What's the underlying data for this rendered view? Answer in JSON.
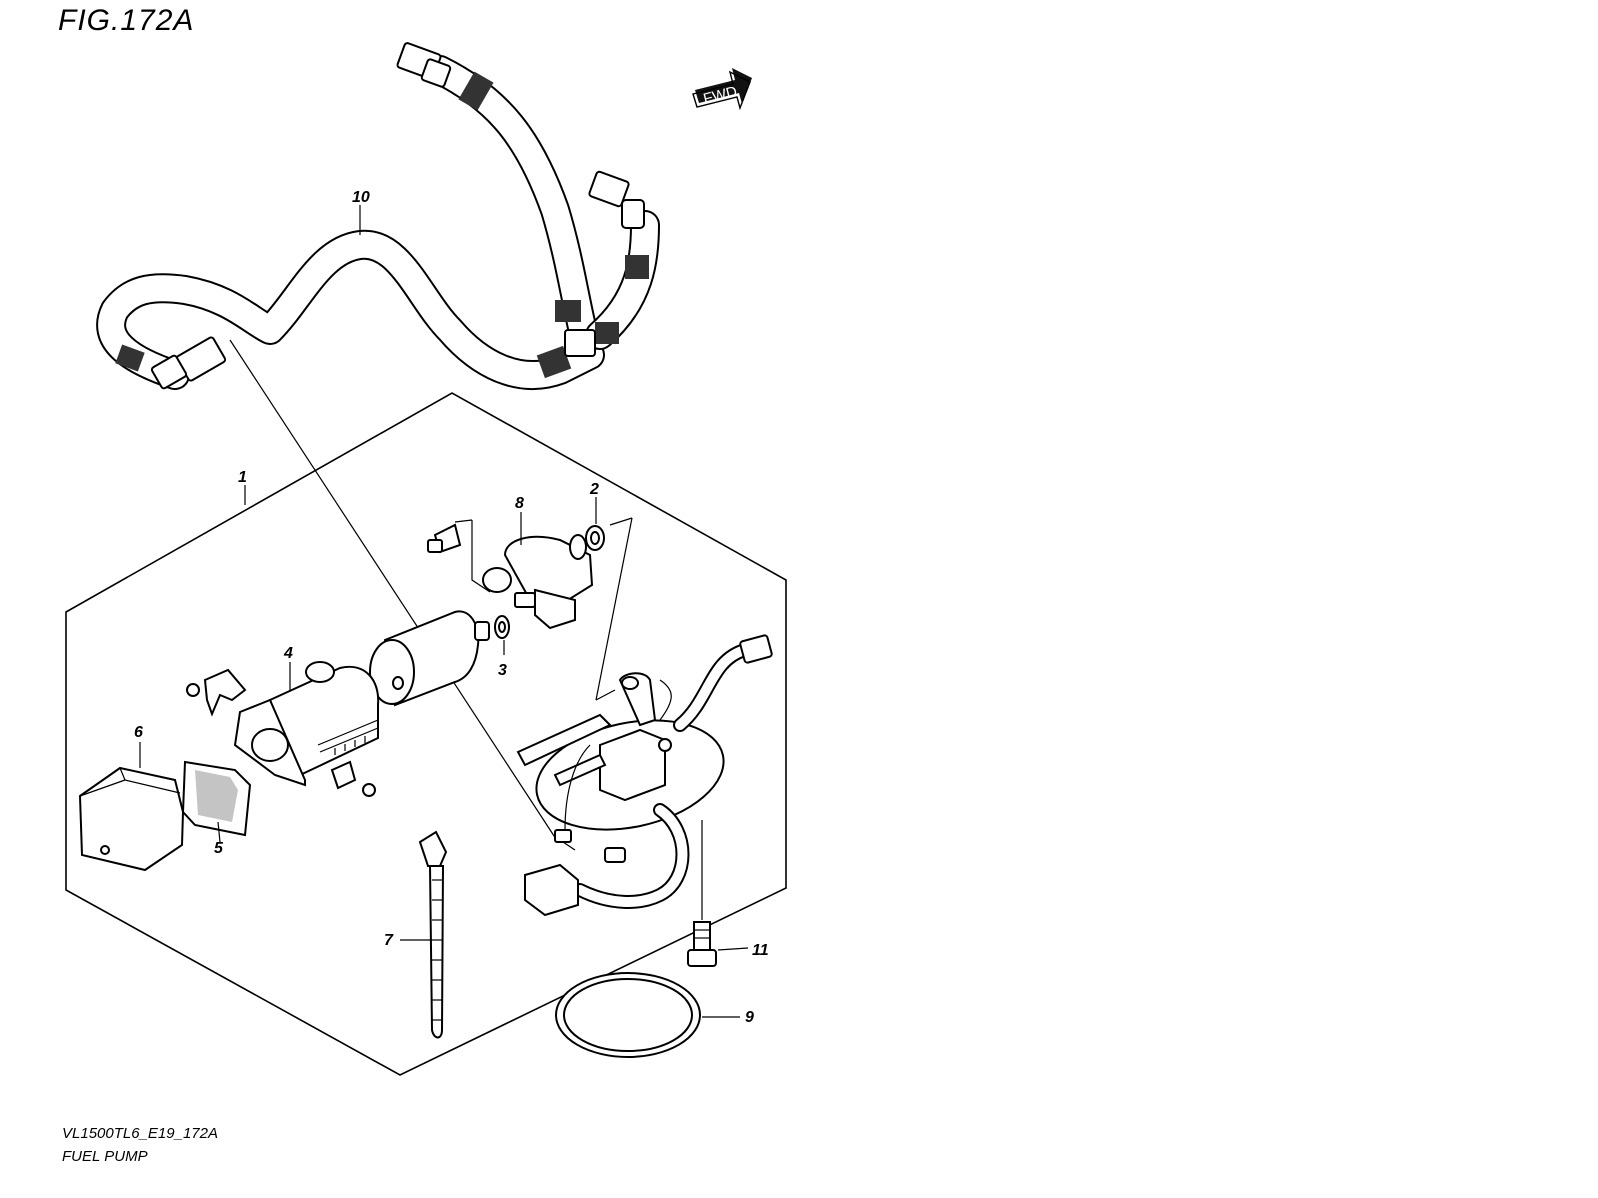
{
  "figure": {
    "title": "FIG.172A",
    "model_code": "VL1500TL6_E19_172A",
    "name": "FUEL PUMP",
    "fwd_label": "FWD"
  },
  "callouts": [
    {
      "id": "1",
      "label": "1"
    },
    {
      "id": "2",
      "label": "2"
    },
    {
      "id": "3",
      "label": "3"
    },
    {
      "id": "4",
      "label": "4"
    },
    {
      "id": "5",
      "label": "5"
    },
    {
      "id": "6",
      "label": "6"
    },
    {
      "id": "7",
      "label": "7"
    },
    {
      "id": "8",
      "label": "8"
    },
    {
      "id": "9",
      "label": "9"
    },
    {
      "id": "10",
      "label": "10"
    },
    {
      "id": "11",
      "label": "11"
    }
  ]
}
